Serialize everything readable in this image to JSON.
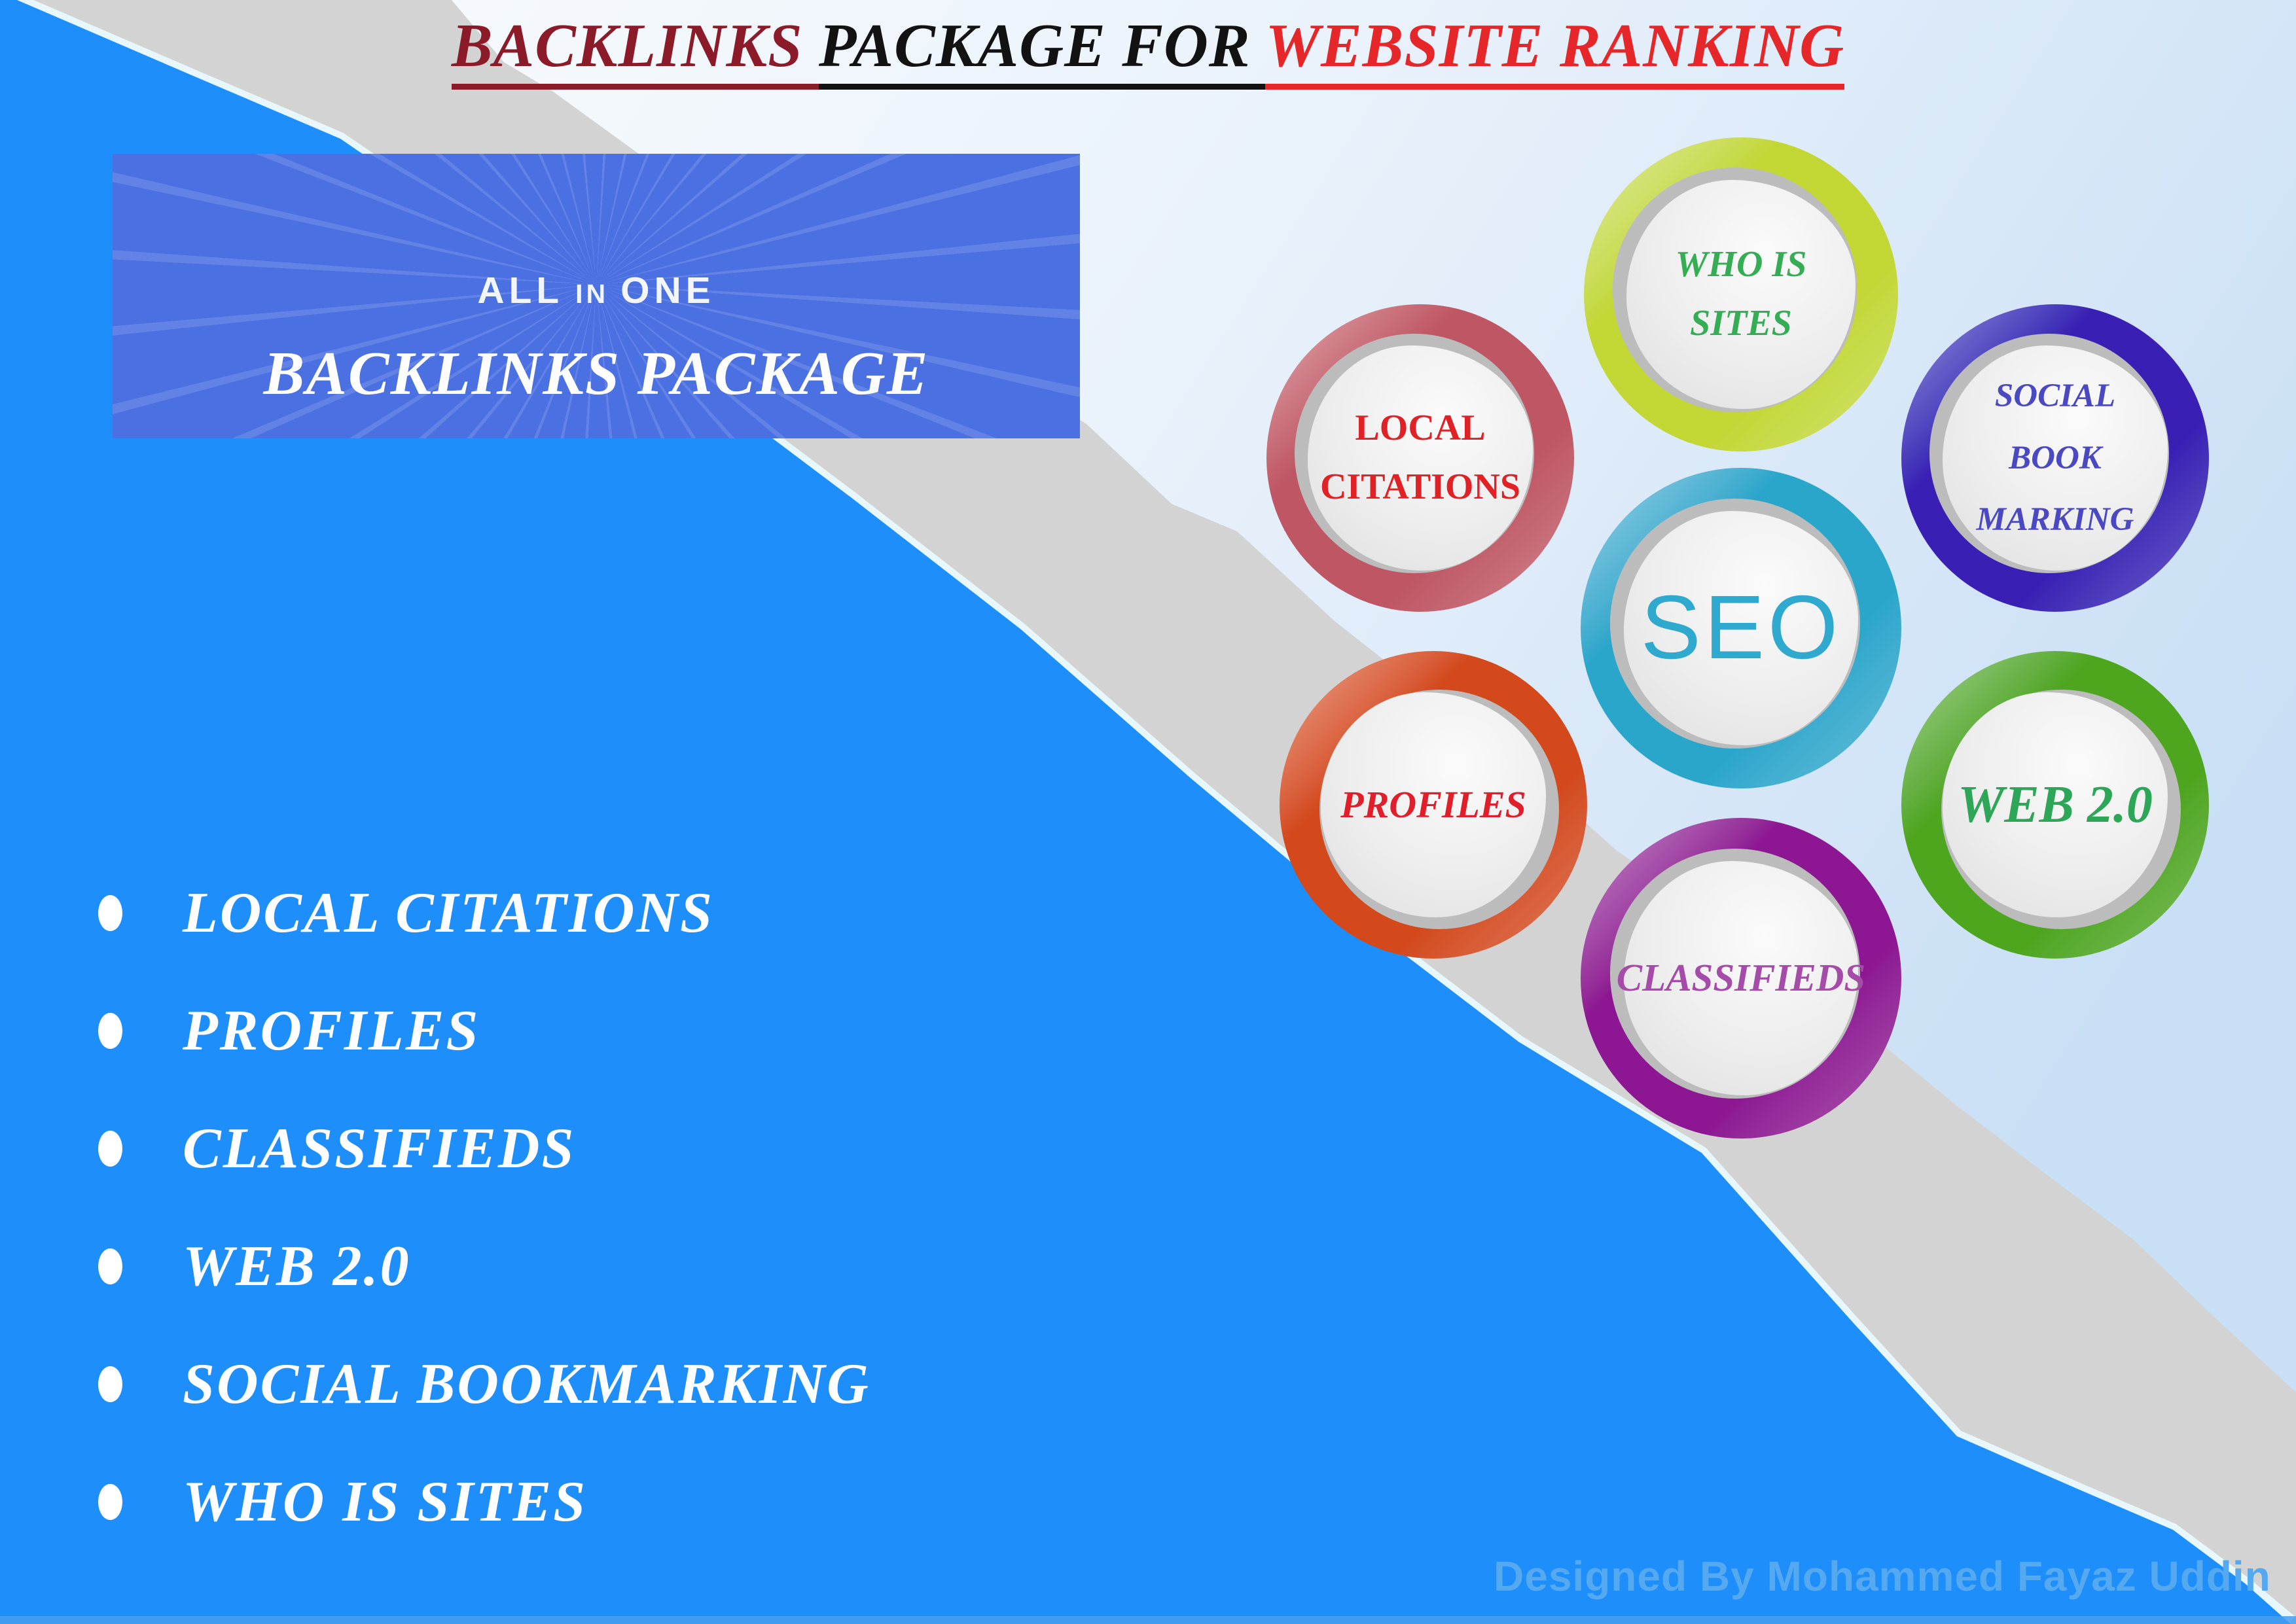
{
  "colors": {
    "blue": "#1E8FFA",
    "gray": "#D3D3D3",
    "sky_light": "#FBFDFE",
    "sky_mid": "#EAF2FB",
    "sky_dark": "#C9DFF5",
    "banner_bg": "#4B70E2"
  },
  "title": {
    "segments": [
      {
        "text": "BACKLINKS ",
        "color": "#8C1B2A"
      },
      {
        "text": "PACKAGE FOR ",
        "color": "#121212"
      },
      {
        "text": "WEBSITE RANKING",
        "color": "#E62729"
      }
    ]
  },
  "banner": {
    "all": "ALL",
    "in": "IN",
    "one": "ONE",
    "subtitle": "BACKLINKS PACKAGE"
  },
  "diagram": {
    "circles": {
      "seo": {
        "label": "SEO",
        "ring": "#2AA6CB",
        "text": "#2FA9CE"
      },
      "who_is_sites": {
        "label": "WHO IS SITES",
        "ring": "#C2D733",
        "text": "#35AD55"
      },
      "local_citations": {
        "label": "LOCAL CITATIONS",
        "ring": "#BE5664",
        "text": "#E02125"
      },
      "social_bookmarking": {
        "label": "SOCIAL BOOK MARKING",
        "ring": "#3A1FB4",
        "text": "#4A49C2"
      },
      "profiles": {
        "label": "PROFILES",
        "ring": "#D3491C",
        "text": "#E01F2B"
      },
      "web_2_0": {
        "label": "WEB 2.0",
        "ring": "#4EA51E",
        "text": "#2EA658"
      },
      "classifieds": {
        "label": "CLASSIFIEDS",
        "ring": "#8D1692",
        "text": "#A54BA8"
      }
    }
  },
  "features": {
    "items": [
      "LOCAL CITATIONS",
      "PROFILES",
      "CLASSIFIEDS",
      "WEB 2.0",
      "SOCIAL BOOKMARKING",
      "WHO IS SITES"
    ]
  },
  "credit": "Designed By Mohammed Fayaz Uddin"
}
